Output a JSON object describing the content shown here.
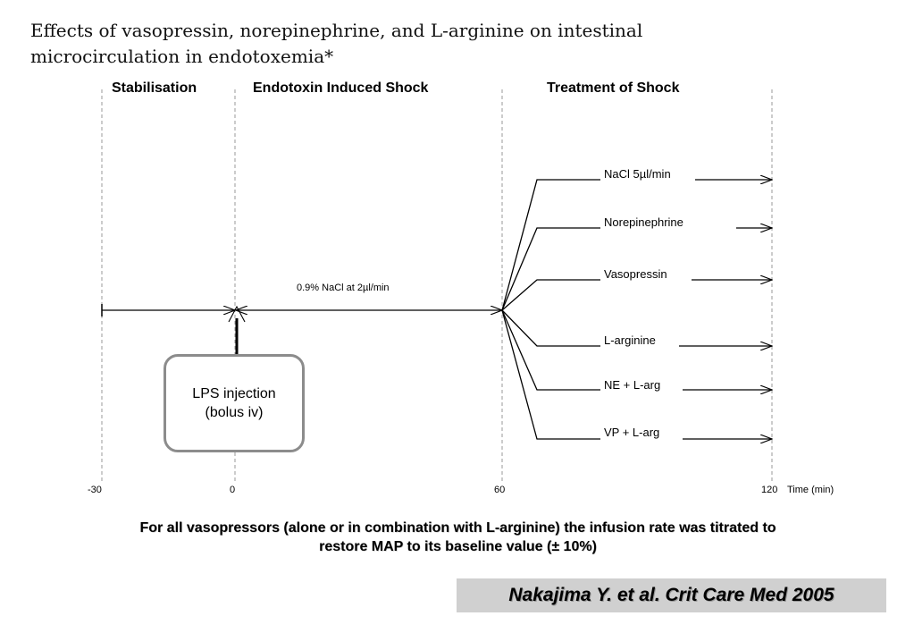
{
  "title": {
    "line1": "Effects of vasopressin, norepinephrine, and L-arginine on intestinal",
    "line2": "microcirculation in endotoxemia*"
  },
  "phases": {
    "stabilisation": "Stabilisation",
    "shock": "Endotoxin Induced Shock",
    "treatment": "Treatment of Shock"
  },
  "timeline": {
    "ticks": [
      "-30",
      "0",
      "60",
      "120"
    ],
    "unit_label": "Time (min)",
    "infusion_label": "0.9% NaCl at 2µl/min"
  },
  "lps": {
    "line1": "LPS injection",
    "line2": "(bolus iv)"
  },
  "treatments": [
    "NaCl 5µl/min",
    "Norepinephrine",
    "Vasopressin",
    "L-arginine",
    "NE + L-arg",
    "VP + L-arg"
  ],
  "note": "For all vasopressors (alone or in combination with L-arginine) the infusion rate was titrated to restore MAP to its baseline value (± 10%)",
  "citation": "Nakajima Y. et al. Crit Care Med 2005",
  "colors": {
    "gridline": "#999999",
    "lps_border": "#8c8c8c",
    "citation_bg": "#d0d0d0"
  }
}
